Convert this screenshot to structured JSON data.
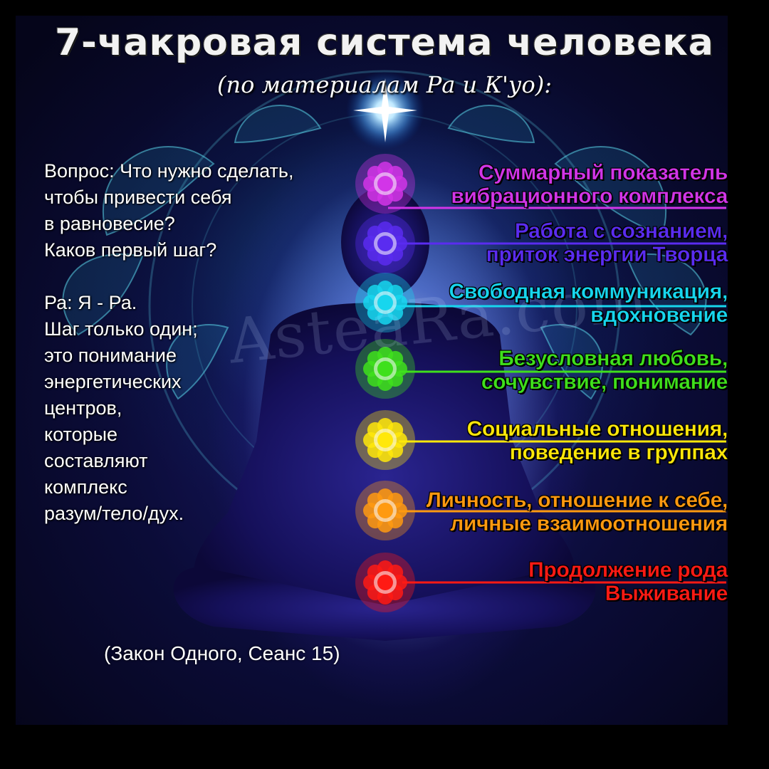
{
  "title": "7-чакровая система человека",
  "subtitle": "(по материалам Ра и К'уо):",
  "quote": {
    "question_lines": [
      "Вопрос: Что нужно сделать,",
      "чтобы привести себя",
      "в равновесие?",
      "Каков первый шаг?"
    ],
    "answer_lines": [
      "Ра: Я - Ра.",
      "Шаг только один;",
      "это понимание",
      "энергетических",
      "центров,",
      "которые",
      "составляют",
      "комплекс",
      "разум/тело/дух."
    ]
  },
  "source": "(Закон Одного, Сеанс 15)",
  "watermark": "AsteaRa.com",
  "chakras": [
    {
      "id": "crown",
      "color": "#d235e8",
      "lines": [
        "Суммарный показатель",
        "вибрационного комплекса"
      ]
    },
    {
      "id": "third-eye",
      "color": "#5a2cf0",
      "lines": [
        "Работа с сознанием,",
        "приток энергии Творца"
      ]
    },
    {
      "id": "throat",
      "color": "#17d6ee",
      "lines": [
        "Свободная коммуникация,",
        "вдохновение"
      ]
    },
    {
      "id": "heart",
      "color": "#3fe01c",
      "lines": [
        "Безусловная любовь,",
        "сочувствие, понимание"
      ]
    },
    {
      "id": "solar-plexus",
      "color": "#ffe80a",
      "lines": [
        "Социальные отношения,",
        "поведение в группах"
      ]
    },
    {
      "id": "sacral",
      "color": "#ff9a10",
      "lines": [
        "Личность, отношение к себе,",
        "личные взаимоотношения"
      ]
    },
    {
      "id": "root",
      "color": "#ff1a14",
      "lines": [
        "Продолжение рода",
        "Выживание"
      ]
    }
  ]
}
